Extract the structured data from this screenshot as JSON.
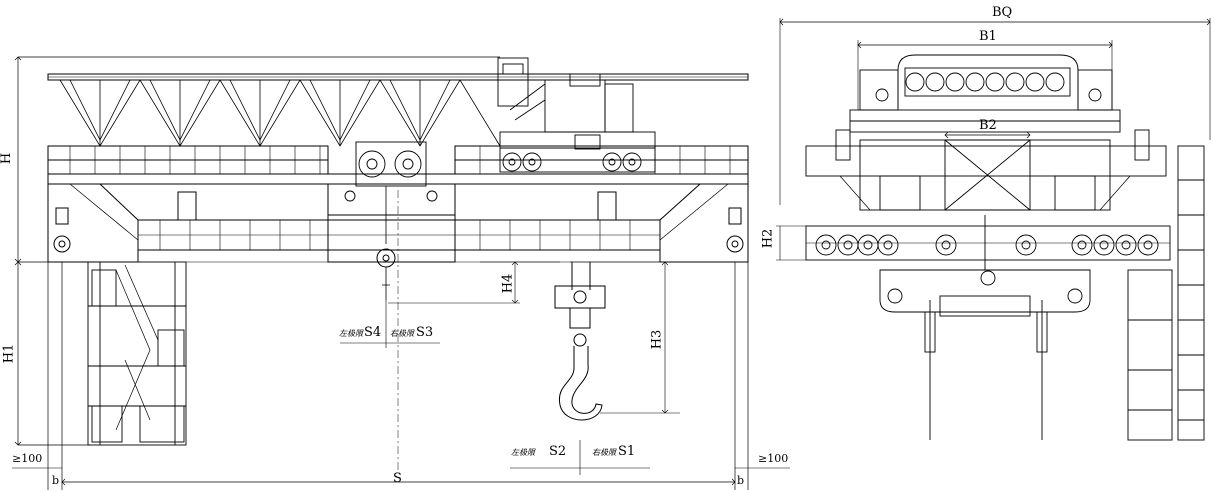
{
  "labels": {
    "S": "S",
    "H": "H",
    "H1": "H1",
    "H2": "H2",
    "H3": "H3",
    "H4": "H4",
    "BQ": "BQ",
    "B1": "B1",
    "B2": "B2",
    "S1": "S1",
    "S2": "S2",
    "S3": "S3",
    "S4": "S4",
    "b_left": "b",
    "b_right": "b",
    "clear_left": "≥100",
    "clear_right": "≥100",
    "limit_left_s4": "左极限",
    "limit_right_s3": "右极限",
    "limit_left_s2": "左极限",
    "limit_right_s1": "右极限"
  }
}
